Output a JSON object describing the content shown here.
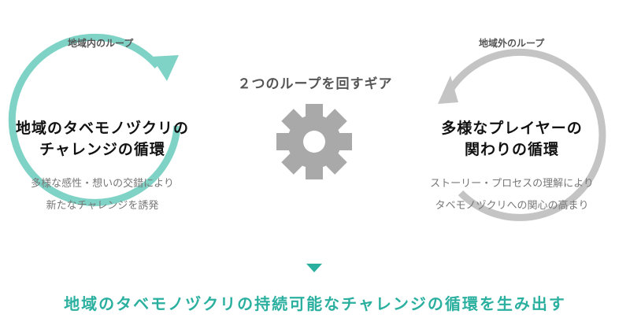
{
  "center": {
    "title": "２つのループを回すギア",
    "icon": "gear-icon"
  },
  "left_loop": {
    "caption": "地域内のループ",
    "heading_line1": "地域のタベモノヅクリの",
    "heading_line2": "チャレンジの循環",
    "body_line1": "多様な感性・想いの交錯により",
    "body_line2": "新たなチャレンジを誘発",
    "color": "#7fd3c6"
  },
  "right_loop": {
    "caption": "地域外のループ",
    "heading_line1": "多様なプレイヤーの",
    "heading_line2": "関わりの循環",
    "body_line1": "ストーリー・プロセスの理解により",
    "body_line2": "タベモノヅクリへの関心の高まり",
    "color": "#c4c4c4"
  },
  "arrow_color": "#2bb0a0",
  "gear_color": "#a9a9a9",
  "conclusion": "地域のタベモノヅクリの持続可能なチャレンジの循環を生み出す"
}
